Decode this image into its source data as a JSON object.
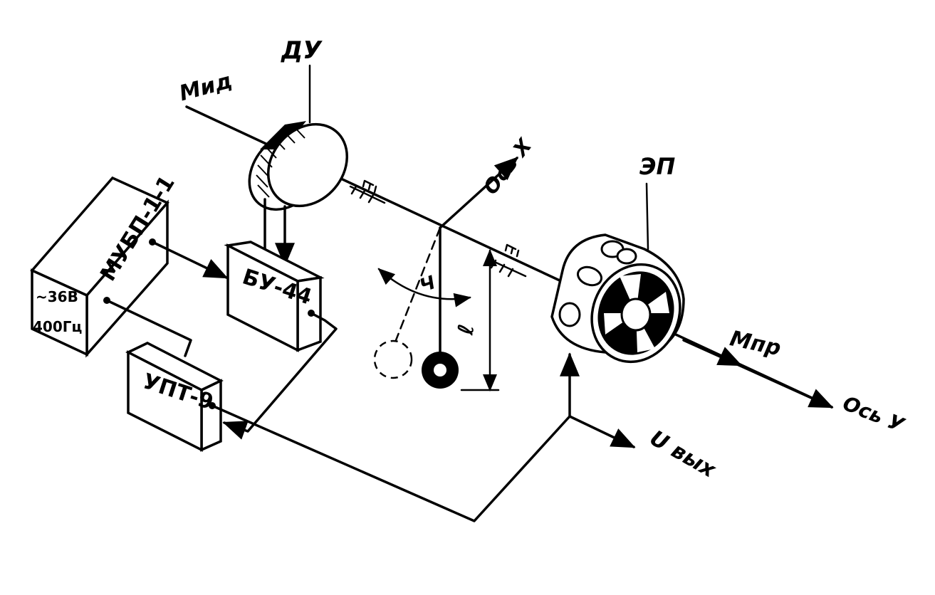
{
  "labels": {
    "du": "ДУ",
    "m_id": "Мид",
    "axis_x": "Ось Х",
    "ep": "ЭП",
    "m_pr": "Мпр",
    "axis_y": "Ось У",
    "u_out": "U вых",
    "angle": "Ч",
    "length": "ℓ"
  },
  "blocks": {
    "mubp": {
      "title": "МУБП-1-1",
      "line1": "~36В",
      "line2": "400Гц"
    },
    "bu": {
      "title": "БУ-44"
    },
    "upt": {
      "title": "УПТ-9"
    }
  },
  "colors": {
    "ink": "#000000",
    "paper": "#ffffff"
  }
}
